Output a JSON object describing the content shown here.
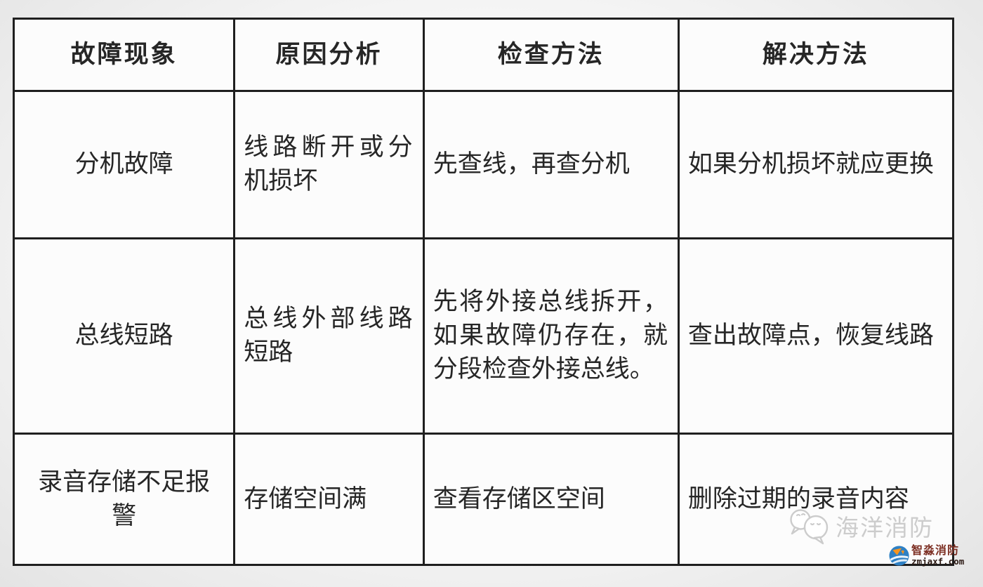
{
  "table": {
    "headers": [
      "故障现象",
      "原因分析",
      "检查方法",
      "解决方法"
    ],
    "rows": [
      [
        "分机故障",
        "线路断开或分机损坏",
        "先查线，再查分机",
        "如果分机损坏就应更换"
      ],
      [
        "总线短路",
        "总线外部线路短路",
        "先将外接总线拆开，如果故障仍存在，就分段检查外接总线。",
        "查出故障点，恢复线路"
      ],
      [
        "录音存储不足报警",
        "存储空间满",
        "查看存储区空间",
        "删除过期的录音内容"
      ]
    ]
  },
  "watermarks": {
    "wechat": {
      "label": "海洋消防",
      "icon": "wechat-bubbles-icon",
      "color": "#cccccc"
    },
    "brand": {
      "name": "智淼消防",
      "url": "zmjaxf.com",
      "icon": "zhimiao-logo-icon",
      "name_color": "#7c2e22",
      "url_color": "#2a1812",
      "logo_blue": "#2e80c4",
      "logo_orange": "#f7941d"
    }
  },
  "colors": {
    "page_background": "#ececec",
    "cell_background": "#fcfcfc",
    "grid_line": "#1f1f1f",
    "text": "#262626"
  }
}
